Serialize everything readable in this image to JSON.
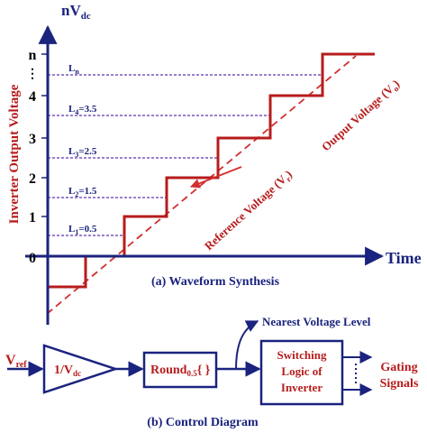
{
  "part_a": {
    "y_axis_top_label_main": "nV",
    "y_axis_top_label_sub": "dc",
    "y_axis_title": "Inverter Output Voltage",
    "x_axis_label": "Time",
    "y_ticks": [
      "0",
      "1",
      "2",
      "3",
      "4",
      "n"
    ],
    "y_dots": "⋮",
    "level_labels": [
      {
        "main": "L",
        "sub": "n",
        "tail": ""
      },
      {
        "main": "L",
        "sub": "4",
        "tail": "=3.5"
      },
      {
        "main": "L",
        "sub": "3",
        "tail": "=2.5"
      },
      {
        "main": "L",
        "sub": "2",
        "tail": "=1.5"
      },
      {
        "main": "L",
        "sub": "1",
        "tail": "=0.5"
      }
    ],
    "reference_label": "Reference Voltage (V",
    "reference_sub": "r",
    "output_label": "Output Voltage (V",
    "output_sub": "o",
    "close_paren": ")",
    "caption": "(a) Waveform Synthesis",
    "colors": {
      "axis": "#1a237e",
      "output": "#b71c1c",
      "reference": "#d32f2f",
      "levels": "#5e35b1"
    }
  },
  "part_b": {
    "input_main": "V",
    "input_sub": "ref",
    "gain_main": "1/V",
    "gain_sub": "dc",
    "round_main": "Round",
    "round_sub": "0.5",
    "round_tail": "{ }",
    "nearest_label": "Nearest Voltage Level",
    "switch_lines": [
      "Switching",
      "Logic of",
      "Inverter"
    ],
    "gating_lines": [
      "Gating",
      "Signals"
    ],
    "caption": "(b) Control Diagram",
    "colors": {
      "block": "#b71c1c",
      "line": "#1a237e"
    }
  }
}
